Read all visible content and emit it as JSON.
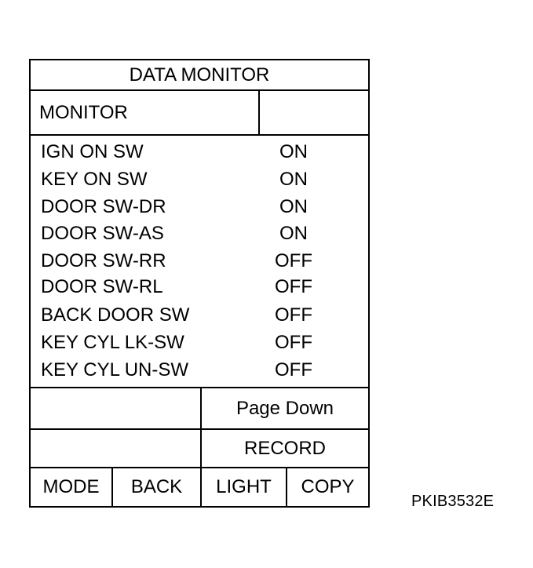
{
  "screen": {
    "title": "DATA MONITOR",
    "monitor_label": "MONITOR",
    "monitor_value": "",
    "items": [
      {
        "name": "IGN ON SW",
        "value": "ON"
      },
      {
        "name": "KEY ON SW",
        "value": "ON"
      },
      {
        "name": "DOOR SW-DR",
        "value": "ON"
      },
      {
        "name": "DOOR SW-AS",
        "value": "ON"
      },
      {
        "name": "DOOR SW-RR",
        "value": "OFF"
      },
      {
        "name": "DOOR SW-RL",
        "value": "OFF"
      },
      {
        "name": "BACK DOOR SW",
        "value": "OFF"
      },
      {
        "name": "KEY CYL LK-SW",
        "value": "OFF"
      },
      {
        "name": "KEY CYL UN-SW",
        "value": "OFF"
      }
    ],
    "buttons": {
      "page_down": "Page Down",
      "record": "RECORD",
      "mode": "MODE",
      "back": "BACK",
      "light": "LIGHT",
      "copy": "COPY"
    }
  },
  "figure_code": "PKIB3532E"
}
